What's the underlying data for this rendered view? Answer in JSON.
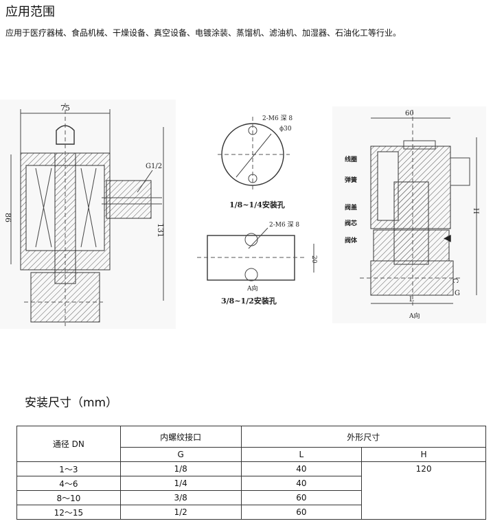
{
  "section1": {
    "title": "应用范围",
    "description": "应用于医疗器械、食品机械、干燥设备、真空设备、电镀涂装、蒸馏机、滤油机、加湿器、石油化工等行业。"
  },
  "drawings": {
    "section_view": {
      "width_dim": "75",
      "coil_height_dim": "86",
      "total_height_dim": "131",
      "port_label": "G1/2"
    },
    "mount_top": {
      "hole_label": "2-M6 深 8",
      "diameter_label": "ϕ30",
      "caption": "1/8~1/4安装孔"
    },
    "mount_bottom": {
      "hole_label": "2-M6 深 8",
      "height_dim": "20",
      "direction_label": "A向",
      "caption": "3/8~1/2安装孔"
    },
    "assembly_view": {
      "width_dim": "60",
      "height_dim": "H",
      "length_dim": "L",
      "c_dim": "C",
      "g_label": "G",
      "direction_label": "A向",
      "parts": [
        "线圈",
        "弹簧",
        "阀盖",
        "阀芯",
        "阀体"
      ]
    }
  },
  "section2": {
    "title": "安装尺寸（mm）"
  },
  "table": {
    "headers": {
      "dn": "通径 DN",
      "thread": "内螺纹接口",
      "outer": "外形尺寸",
      "g": "G",
      "l": "L",
      "h": "H"
    },
    "h_value": "120",
    "rows": [
      {
        "dn": "1～3",
        "g": "1/8",
        "l": "40"
      },
      {
        "dn": "4～6",
        "g": "1/4",
        "l": "40"
      },
      {
        "dn": "8～10",
        "g": "3/8",
        "l": "60"
      },
      {
        "dn": "12～15",
        "g": "1/2",
        "l": "60"
      }
    ]
  }
}
